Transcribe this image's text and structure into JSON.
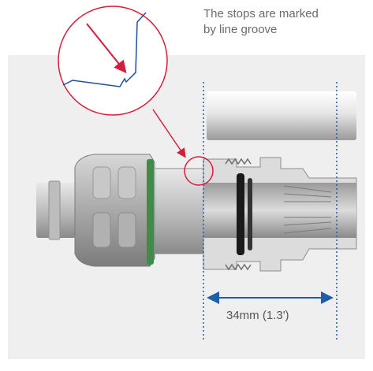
{
  "annotation": {
    "line1": "The stops are marked",
    "line2": "by line groove"
  },
  "dimension": {
    "label": "34mm (1.3')"
  },
  "colors": {
    "panel": "#efefef",
    "arrow": "#d21f3c",
    "groove_line": "#1f4f9a",
    "dimension": "#1f5fa8",
    "o_ring": "#3c8c4a"
  }
}
